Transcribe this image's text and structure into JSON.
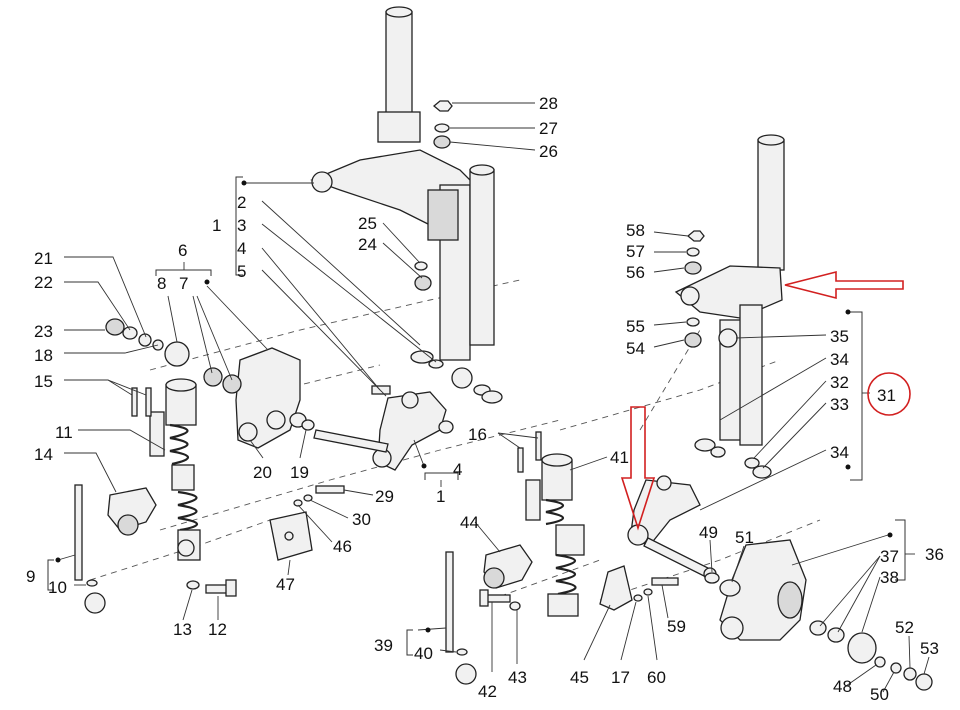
{
  "callouts": [
    "1",
    "2",
    "3",
    "4",
    "5",
    "6",
    "7",
    "8",
    "9",
    "10",
    "11",
    "12",
    "13",
    "14",
    "15",
    "16",
    "17",
    "18",
    "19",
    "20",
    "21",
    "22",
    "23",
    "24",
    "25",
    "26",
    "27",
    "28",
    "29",
    "30",
    "31",
    "32",
    "33",
    "34",
    "35",
    "36",
    "37",
    "38",
    "39",
    "40",
    "41",
    "42",
    "43",
    "44",
    "45",
    "46",
    "47",
    "48",
    "49",
    "50",
    "51",
    "52",
    "53",
    "54",
    "55",
    "56",
    "57",
    "58",
    "59",
    "60"
  ],
  "highlight": {
    "circled_callout": "31",
    "accent_color": "#d22020"
  }
}
